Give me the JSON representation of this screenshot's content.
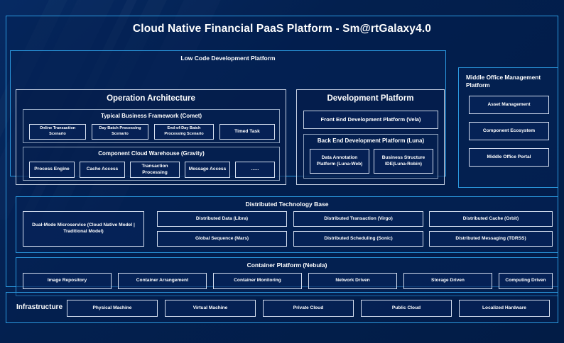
{
  "title": "Cloud Native Financial PaaS Platform - Sm@rtGalaxy4.0",
  "colors": {
    "accent_border": "#2b9ae0",
    "panel_border": "#c9d4e6",
    "background": "#041e4e",
    "text": "#ffffff"
  },
  "low_code": {
    "title": "Low Code Development Platform",
    "operation_architecture": {
      "title": "Operation Architecture",
      "comet": {
        "title": "Typical Business Framework (Comet)",
        "items": [
          "Online Transaction Scenario",
          "Day Batch Processing Scenario",
          "End-of-Day Batch Processing Scenario",
          "Timed Task"
        ]
      },
      "gravity": {
        "title": "Component Cloud Warehouse (Gravity)",
        "items": [
          "Process Engine",
          "Cache Access",
          "Transaction Processing",
          "Message Access",
          "......"
        ]
      }
    },
    "development_platform": {
      "title": "Development Platform",
      "front_end": "Front End Development Platform (Vela)",
      "back_end": {
        "title": "Back End Development Platform (Luna)",
        "items": [
          "Data Annotation Platform (Luna-Web)",
          "Business Structure IDE(Luna-Robin)"
        ]
      }
    }
  },
  "middle_office": {
    "title": "Middle Office Management Platform",
    "items": [
      "Asset Management",
      "Component Ecosystem",
      "Middle Office Portal"
    ]
  },
  "distributed_technology_base": {
    "title": "Distributed Technology Base",
    "dual_mode": "Dual-Mode Microservice (Cloud Native Model | Traditional Model)",
    "items": [
      "Distributed Data (Libra)",
      "Distributed Transaction (Virgo)",
      "Distributed Cache (Orbit)",
      "Global Sequence (Mars)",
      "Distributed Scheduling (Sonic)",
      "Distributed Messaging (TDRSS)"
    ]
  },
  "container_platform": {
    "title": "Container Platform (Nebula)",
    "items": [
      "Image Repository",
      "Container Arrangement",
      "Container Monitoring",
      "Network Driven",
      "Storage Driven",
      "Computing Driven"
    ]
  },
  "infrastructure": {
    "label": "Infrastructure",
    "items": [
      "Physical Machine",
      "Virtual Machine",
      "Private Cloud",
      "Public Cloud",
      "Localized Hardware"
    ]
  }
}
